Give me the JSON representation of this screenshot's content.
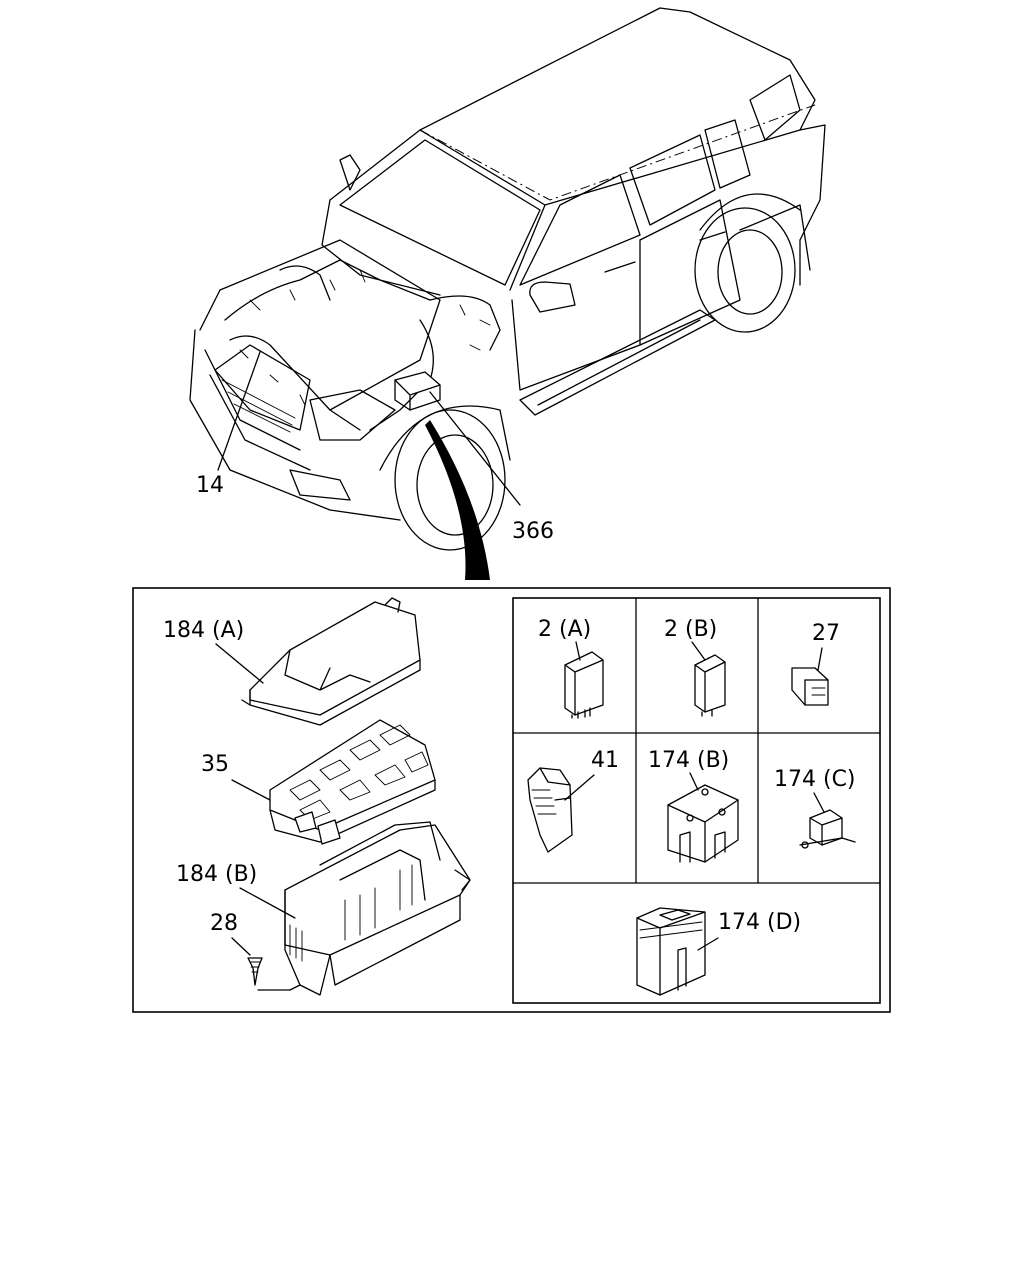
{
  "callouts": {
    "harness_front": "14",
    "harness_engine": "366",
    "cover_upper": "184 (A)",
    "fuse_block": "35",
    "cover_lower": "184 (B)",
    "screw": "28",
    "relay_a": "2 (A)",
    "relay_b": "2 (B)",
    "fuse_mini": "27",
    "puller": "41",
    "fuse_b": "174 (B)",
    "fuse_c": "174 (C)",
    "fuse_d": "174 (D)"
  }
}
